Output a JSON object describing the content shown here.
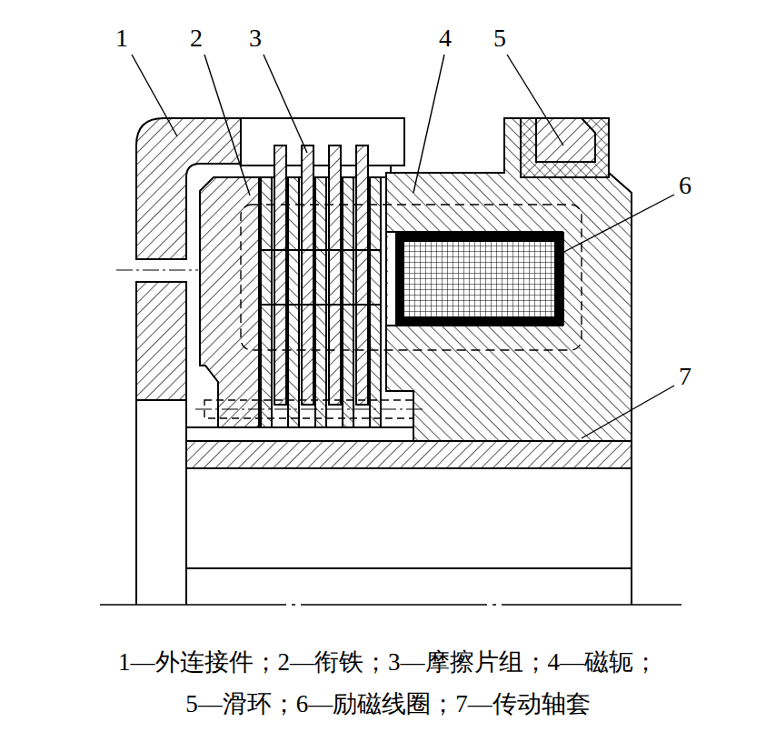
{
  "diagram": {
    "caption": "1—外连接件；2—衔铁；3—摩擦片组；4—磁轭； 5—滑环；6—励磁线圈；7—传动轴套",
    "labels": [
      "1",
      "2",
      "3",
      "4",
      "5",
      "6",
      "7"
    ]
  }
}
